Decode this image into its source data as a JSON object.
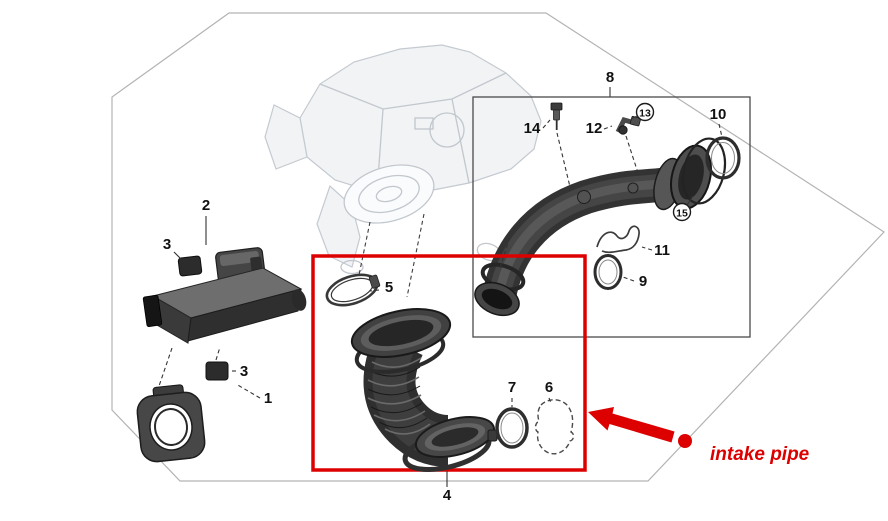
{
  "colors": {
    "highlight": "#dd0000",
    "part_dark": "#333333",
    "ghost": "#c2c8ce"
  },
  "annotation": {
    "label": "intake pipe"
  },
  "callouts": {
    "c1": "1",
    "c2": "2",
    "c3a": "3",
    "c3b": "3",
    "c4": "4",
    "c5": "5",
    "c6": "6",
    "c7": "7",
    "c8": "8",
    "c9": "9",
    "c10": "10",
    "c11": "11",
    "c12": "12",
    "c13": "13",
    "c14": "14",
    "c15": "15"
  }
}
